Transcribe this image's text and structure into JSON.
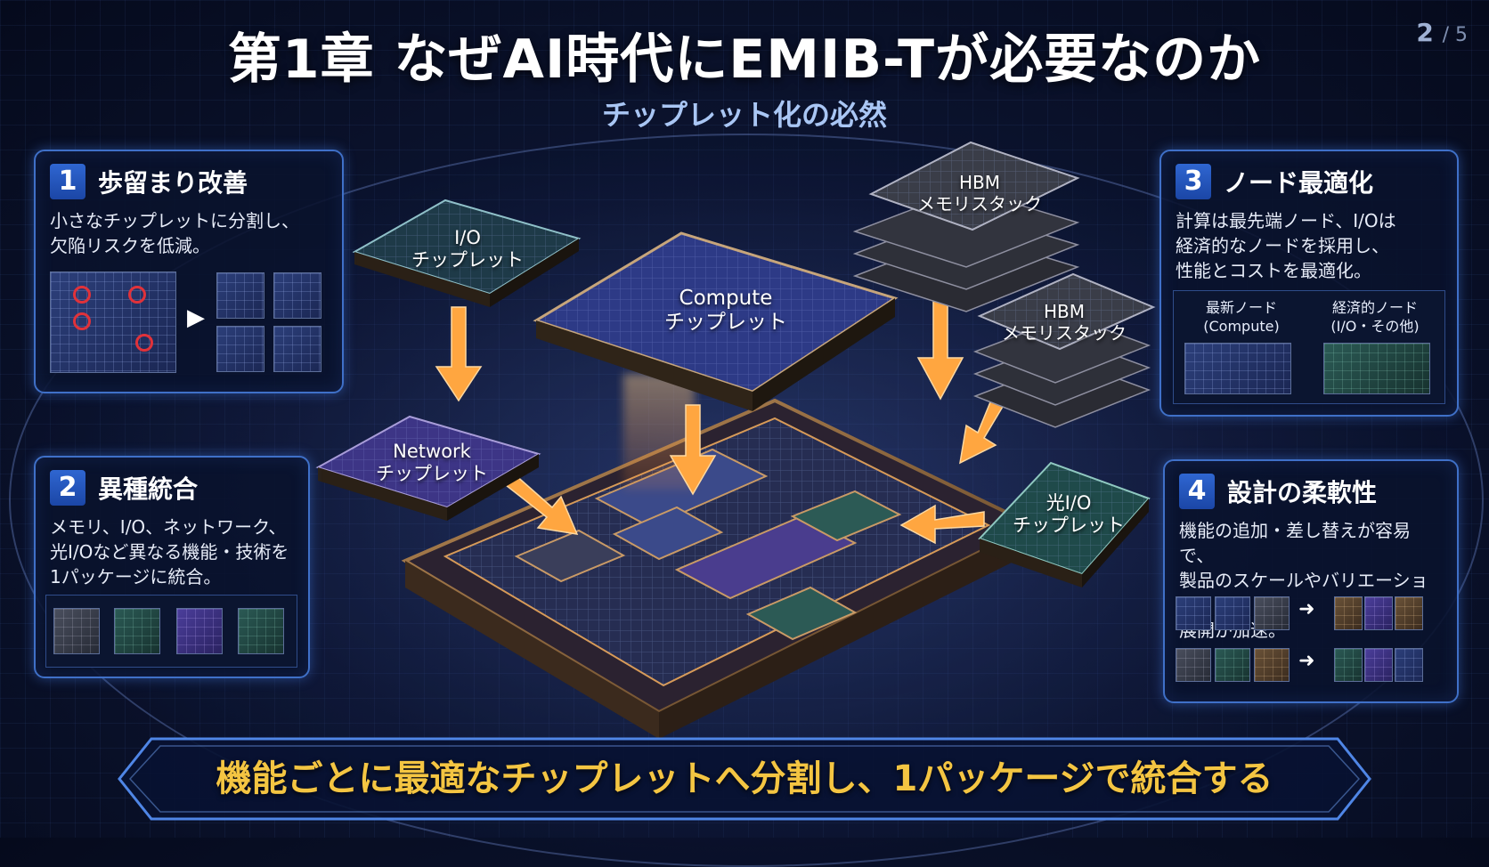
{
  "header": {
    "title": "第1章 なぜAI時代にEMIB-Tが必要なのか",
    "subtitle": "チップレット化の必然",
    "page_current": "2",
    "page_total": "/ 5"
  },
  "panels": [
    {
      "number": "1",
      "title": "歩留まり改善",
      "body": "小さなチップレットに分割し、\n欠陥リスクを低減。"
    },
    {
      "number": "2",
      "title": "異種統合",
      "body": "メモリ、I/O、ネットワーク、\n光I/Oなど異なる機能・技術を\n1パッケージに統合。"
    },
    {
      "number": "3",
      "title": "ノード最適化",
      "body": "計算は最先端ノード、I/Oは\n経済的なノードを採用し、\n性能とコストを最適化。",
      "nodes": [
        {
          "label": "最新ノード\n(Compute)"
        },
        {
          "label": "経済的ノード\n(I/O・その他)"
        }
      ]
    },
    {
      "number": "4",
      "title": "設計の柔軟性",
      "body": "機能の追加・差し替えが容易で、\n製品のスケールやバリエーション\n展開が加速。"
    }
  ],
  "chiplets": {
    "io": "I/O\nチップレット",
    "compute": "Compute\nチップレット",
    "hbm1": "HBM\nメモリスタック",
    "hbm2": "HBM\nメモリスタック",
    "network": "Network\nチップレット",
    "optical_io": "光I/O\nチップレット"
  },
  "banner": {
    "text": "機能ごとに最適なチップレットへ分割し、1パッケージで統合する"
  },
  "colors": {
    "accent_blue": "#3f70c8",
    "badge_blue": "#2f66d1",
    "banner_text": "#f4c542",
    "arrow_orange": "#ffa640",
    "defect_red": "#e0323a"
  },
  "icons": [
    "right-arrow-icon",
    "defect-marker-icon"
  ]
}
